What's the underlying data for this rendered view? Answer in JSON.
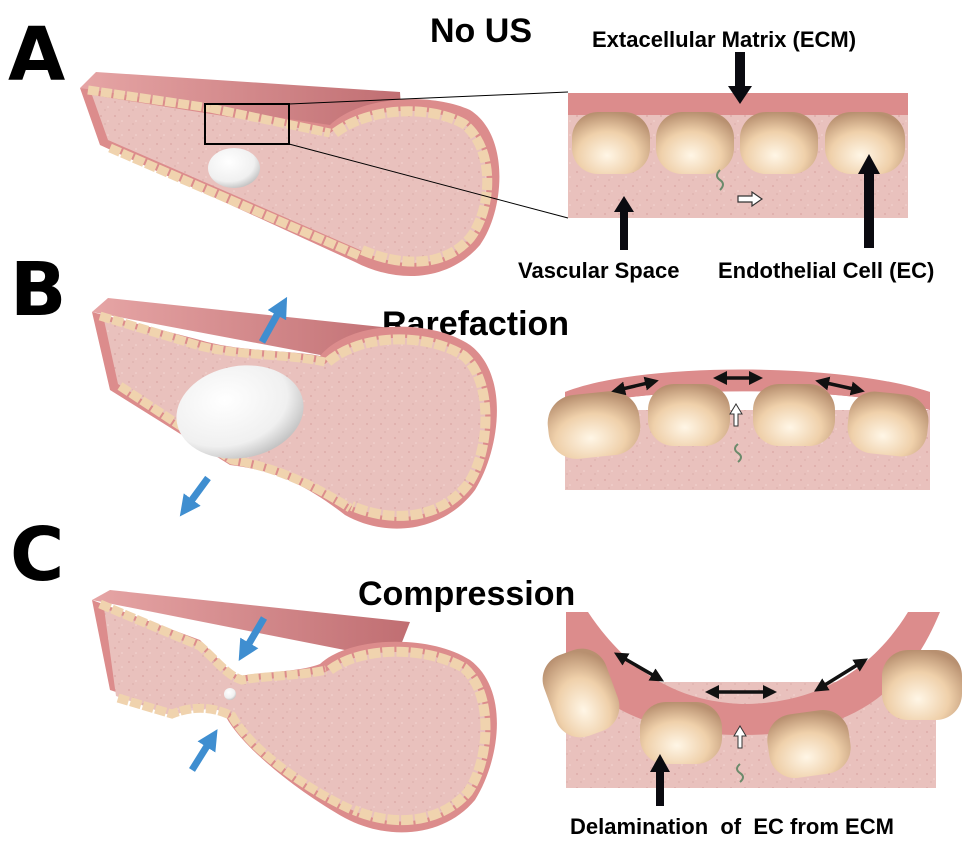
{
  "panels": {
    "a": {
      "letter": "A",
      "title": "No US"
    },
    "b": {
      "letter": "B",
      "title": "Rarefaction"
    },
    "c": {
      "letter": "C",
      "title": "Compression"
    }
  },
  "labels": {
    "ecm": "Extacellular Matrix (ECM)",
    "vascular_space": "Vascular Space",
    "endothelial_cell": "Endothelial Cell (EC)",
    "delamination": "Delamination  of  EC from ECM"
  },
  "colors": {
    "vessel_wall": "#dc8c8c",
    "tissue": "#e9c1bd",
    "endothelial_cell": "#f0d3ae",
    "bubble": "#f4f4f4",
    "ultrasound_arrow": "#3f8ed0",
    "label_arrow": "#0a0a10"
  }
}
